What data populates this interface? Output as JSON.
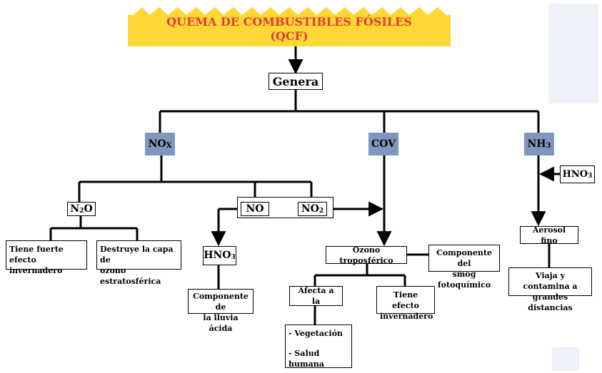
{
  "colors": {
    "banner": "#fdd835",
    "title": "#e53935",
    "node_blue": "#7f97bf",
    "line": "#000000"
  },
  "title": {
    "line1": "QUEMA DE COMBUSTIBLES FÓSILES",
    "line2": "(QCF)"
  },
  "nodes": {
    "genera": "Genera",
    "nox": {
      "main": "NO",
      "sub": "X"
    },
    "cov": "COV",
    "nh3": {
      "main": "NH",
      "sub": "3"
    },
    "hno3_right": {
      "main": "HNO",
      "sub": "3"
    },
    "n2o": {
      "a": "N",
      "sub": "2",
      "b": "O"
    },
    "no": "NO",
    "no2": {
      "main": "NO",
      "sub": "2"
    },
    "efecto_invernadero_1": {
      "line1": "Tiene fuerte efecto",
      "line2": "invernadero"
    },
    "capa_ozono": {
      "line1": "Destruye la capa de",
      "line2": "ozono estratosférica"
    },
    "hno3_left": {
      "main": "HNO",
      "sub": "3"
    },
    "lluvia_acida": {
      "line1": "Componente de",
      "line2": "la lluvia ácida"
    },
    "ozono_troposferico": "Ozono troposférico",
    "smog": {
      "line1": "Componente del",
      "line2": "smog fotoquímico"
    },
    "afecta": "Afecta a la",
    "efecto_invernadero_2": {
      "line1": "Tiene efecto",
      "line2": "invernadero"
    },
    "vegetacion": "- Vegetación",
    "salud": "- Salud humana",
    "aerosol": "Aerosol fino",
    "viaja": {
      "line1": "Viaja y contamina a",
      "line2": "grandes distancias"
    }
  }
}
